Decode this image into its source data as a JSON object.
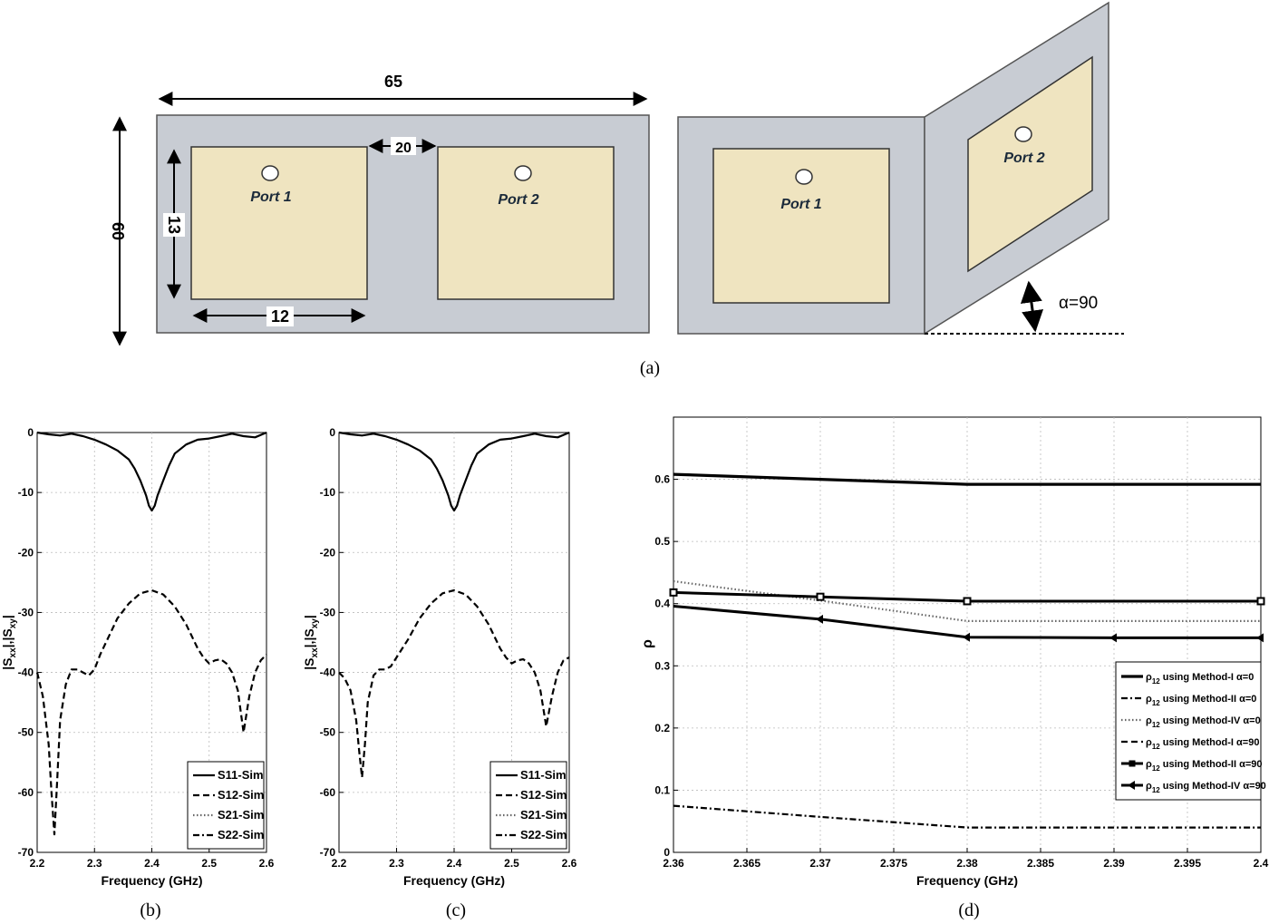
{
  "diagram_a": {
    "dim_width": "65",
    "dim_height": "60",
    "dim_gap": "20",
    "dim_patch_h": "13",
    "dim_patch_w": "12",
    "port1": "Port 1",
    "port2": "Port 2",
    "alpha": "α=90",
    "caption": "(a)"
  },
  "captions": {
    "b": "(b)",
    "c": "(c)",
    "d": "(d)"
  },
  "colors": {
    "substrate": "#c8ccd3",
    "patch": "#efe4c0",
    "line": "#000000"
  },
  "chart_data": [
    {
      "type": "line",
      "id": "b",
      "xlabel": "Frequency (GHz)",
      "ylabel": "|S",
      "ylabel_sub1": "xx",
      "ylabel_mid": "|,|S",
      "ylabel_sub2": "xy",
      "ylabel_end": "|",
      "xlim": [
        2.2,
        2.6
      ],
      "ylim": [
        -70,
        0
      ],
      "xticks": [
        "2.2",
        "2.3",
        "2.4",
        "2.5",
        "2.6"
      ],
      "yticks": [
        "0",
        "-10",
        "-20",
        "-30",
        "-40",
        "-50",
        "-60",
        "-70"
      ],
      "grid": true,
      "legend_position": "bottom-right",
      "legend": [
        {
          "name": "S11-Sim",
          "style": "solid"
        },
        {
          "name": "S12-Sim",
          "style": "dashed"
        },
        {
          "name": "S21-Sim",
          "style": "dotted"
        },
        {
          "name": "S22-Sim",
          "style": "dashdot"
        }
      ],
      "series": [
        {
          "name": "S11-Sim",
          "style": "solid",
          "x": [
            2.2,
            2.22,
            2.24,
            2.26,
            2.28,
            2.3,
            2.32,
            2.34,
            2.36,
            2.37,
            2.38,
            2.39,
            2.395,
            2.4,
            2.405,
            2.41,
            2.42,
            2.43,
            2.44,
            2.46,
            2.48,
            2.5,
            2.52,
            2.54,
            2.56,
            2.58,
            2.6
          ],
          "y": [
            0,
            -0.3,
            -0.5,
            -0.2,
            -0.6,
            -1.2,
            -2.0,
            -3.0,
            -4.5,
            -6.0,
            -8.0,
            -10.5,
            -12.2,
            -13.0,
            -12.2,
            -10.5,
            -8.0,
            -5.5,
            -3.5,
            -2.0,
            -1.2,
            -1.0,
            -0.6,
            -0.2,
            -0.6,
            -0.8,
            0
          ]
        },
        {
          "name": "S12-Sim",
          "style": "dashed",
          "x": [
            2.2,
            2.21,
            2.22,
            2.225,
            2.23,
            2.235,
            2.24,
            2.25,
            2.26,
            2.27,
            2.28,
            2.29,
            2.3,
            2.31,
            2.32,
            2.34,
            2.36,
            2.38,
            2.4,
            2.42,
            2.44,
            2.46,
            2.48,
            2.49,
            2.5,
            2.51,
            2.52,
            2.53,
            2.54,
            2.55,
            2.56,
            2.57,
            2.58,
            2.59,
            2.6
          ],
          "y": [
            -40,
            -44,
            -52,
            -60,
            -67,
            -58,
            -48,
            -42,
            -39.5,
            -39.5,
            -40,
            -40.5,
            -39.5,
            -37,
            -35,
            -31,
            -28.5,
            -26.8,
            -26.3,
            -27,
            -29,
            -32,
            -36,
            -37.5,
            -38.5,
            -38,
            -37.8,
            -38.5,
            -40,
            -43,
            -50,
            -44,
            -40,
            -38,
            -37
          ]
        }
      ]
    },
    {
      "type": "line",
      "id": "c",
      "xlabel": "Frequency (GHz)",
      "ylabel": "|S",
      "ylabel_sub1": "xx",
      "ylabel_mid": "|,|S",
      "ylabel_sub2": "xy",
      "ylabel_end": "|",
      "xlim": [
        2.2,
        2.6
      ],
      "ylim": [
        -70,
        0
      ],
      "xticks": [
        "2.2",
        "2.3",
        "2.4",
        "2.5",
        "2.6"
      ],
      "yticks": [
        "0",
        "-10",
        "-20",
        "-30",
        "-40",
        "-50",
        "-60",
        "-70"
      ],
      "grid": true,
      "legend_position": "bottom-right",
      "legend": [
        {
          "name": "S11-Sim",
          "style": "solid"
        },
        {
          "name": "S12-Sim",
          "style": "dashed"
        },
        {
          "name": "S21-Sim",
          "style": "dotted"
        },
        {
          "name": "S22-Sim",
          "style": "dashdot"
        }
      ],
      "series": [
        {
          "name": "S11-Sim",
          "style": "solid",
          "x": [
            2.2,
            2.22,
            2.24,
            2.26,
            2.28,
            2.3,
            2.32,
            2.34,
            2.36,
            2.37,
            2.38,
            2.39,
            2.395,
            2.4,
            2.405,
            2.41,
            2.42,
            2.43,
            2.44,
            2.46,
            2.48,
            2.5,
            2.52,
            2.54,
            2.56,
            2.58,
            2.6
          ],
          "y": [
            0,
            -0.3,
            -0.5,
            -0.2,
            -0.6,
            -1.2,
            -2.0,
            -3.0,
            -4.5,
            -6.0,
            -8.0,
            -10.5,
            -12.2,
            -13.0,
            -12.2,
            -10.5,
            -8.0,
            -5.5,
            -3.5,
            -2.0,
            -1.2,
            -1.0,
            -0.6,
            -0.2,
            -0.6,
            -0.8,
            0
          ]
        },
        {
          "name": "S12-Sim",
          "style": "dashed",
          "x": [
            2.2,
            2.21,
            2.22,
            2.23,
            2.235,
            2.24,
            2.245,
            2.25,
            2.26,
            2.27,
            2.28,
            2.29,
            2.3,
            2.31,
            2.32,
            2.34,
            2.36,
            2.38,
            2.4,
            2.42,
            2.44,
            2.46,
            2.48,
            2.49,
            2.5,
            2.51,
            2.52,
            2.53,
            2.54,
            2.55,
            2.56,
            2.57,
            2.58,
            2.59,
            2.6
          ],
          "y": [
            -40,
            -41,
            -43,
            -48,
            -53,
            -57.5,
            -52,
            -45,
            -40.5,
            -39.5,
            -39.5,
            -39,
            -37.5,
            -36,
            -34.5,
            -31,
            -28.5,
            -26.8,
            -26.3,
            -27,
            -29,
            -32,
            -36,
            -37.5,
            -38.5,
            -38,
            -37.8,
            -38.5,
            -40,
            -43,
            -49,
            -44,
            -40,
            -38,
            -37.5
          ]
        }
      ]
    },
    {
      "type": "line",
      "id": "d",
      "xlabel": "Frequency (GHz)",
      "ylabel": "ρ",
      "xlim": [
        2.36,
        2.4
      ],
      "ylim": [
        0,
        0.7
      ],
      "xticks": [
        "2.36",
        "2.365",
        "2.37",
        "2.375",
        "2.38",
        "2.385",
        "2.39",
        "2.395",
        "2.4"
      ],
      "yticks": [
        "0",
        "0.1",
        "0.2",
        "0.3",
        "0.4",
        "0.5",
        "0.6"
      ],
      "grid": true,
      "legend_position": "bottom-right",
      "legend_symbol": "ρ",
      "legend_sub": "12",
      "legend": [
        {
          "name": " using Method-I α=0",
          "style": "solid-thick"
        },
        {
          "name": " using Method-II α=0",
          "style": "dashdot"
        },
        {
          "name": " using Method-IV α=0",
          "style": "dotted"
        },
        {
          "name": " using Method-I α=90",
          "style": "dashed"
        },
        {
          "name": " using Method-II α=90",
          "style": "square-marker"
        },
        {
          "name": " using Method-IV α=90",
          "style": "triangle-marker"
        }
      ],
      "series": [
        {
          "name": "Method-I α=0",
          "style": "solid-thick",
          "x": [
            2.36,
            2.37,
            2.38,
            2.39,
            2.4
          ],
          "y": [
            0.608,
            0.6,
            0.592,
            0.592,
            0.592
          ]
        },
        {
          "name": "Method-II α=0",
          "style": "dashdot",
          "x": [
            2.36,
            2.37,
            2.38,
            2.39,
            2.4
          ],
          "y": [
            0.075,
            0.057,
            0.04,
            0.04,
            0.04
          ]
        },
        {
          "name": "Method-IV α=0",
          "style": "dotted",
          "x": [
            2.36,
            2.37,
            2.38,
            2.39,
            2.4
          ],
          "y": [
            0.436,
            0.405,
            0.372,
            0.372,
            0.372
          ]
        },
        {
          "name": "Method-II α=90",
          "style": "square-marker",
          "x": [
            2.36,
            2.37,
            2.38,
            2.4
          ],
          "y": [
            0.418,
            0.411,
            0.404,
            0.404
          ]
        },
        {
          "name": "Method-IV α=90",
          "style": "triangle-marker",
          "x": [
            2.36,
            2.37,
            2.38,
            2.39,
            2.4
          ],
          "y": [
            0.396,
            0.375,
            0.346,
            0.345,
            0.345
          ]
        }
      ]
    }
  ]
}
